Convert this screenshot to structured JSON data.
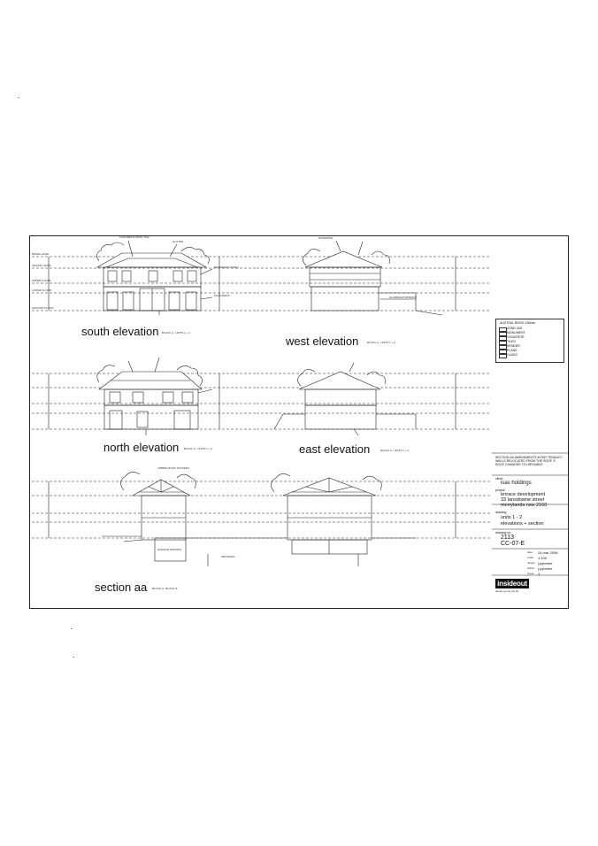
{
  "views": {
    "south": {
      "title": "south elevation",
      "scale": "BLOCK A - UNITS 1 + 2"
    },
    "west": {
      "title": "west elevation",
      "scale": "BLOCK A - UNITS 1 + 2"
    },
    "north": {
      "title": "north elevation",
      "scale": "BLOCK A - UNITS 1 + 2"
    },
    "east": {
      "title": "east elevation",
      "scale": "BLOCK A - UNITS 1 + 2"
    },
    "section": {
      "title": "section aa",
      "scale": "BLOCK A - BLOCK B"
    }
  },
  "levels": [
    "RIDGE LEVEL",
    "CEILING LEVEL",
    "UPPER FLOOR",
    "LOWER FLOOR",
    "GROUND FLOOR"
  ],
  "annotations": {
    "roof_tile": "CONCRETE ROOF TILE",
    "downpipe": "DOWNPIPE",
    "gutter": "GUTTER",
    "render": "RENDERED FINISH",
    "face_brick": "FACE BRICK",
    "window": "ALUMINIUM WINDOW",
    "garage": "GARAGE PARKING",
    "driveway": "DRIVEWAY",
    "trusses": "TIMBER ROOF TRUSSES"
  },
  "legend": {
    "title": "AUSTRAL BRICK 150mm",
    "items": [
      "ZONE 2AS",
      "MONUMENT",
      "CONCRETE",
      "TILES",
      "RENDER",
      "PLANS",
      "GLASS"
    ]
  },
  "title_block": {
    "note": "SECTION AA AMENDMENTS INTER TENANCY WALLS RELOCATED FROM THE ROOF. E. ROOF CHANGED TO HIP/GABLE",
    "client_label": "client:",
    "client": "isas holdings",
    "project_label": "project:",
    "project_lines": [
      "terrace development",
      "33 lansdowne street",
      "merrylands nsw 2160"
    ],
    "drawing_label": "drawing:",
    "drawing_lines": [
      "units 1 - 2",
      "elevations + section"
    ],
    "drawing_no_label": "drawing no:",
    "job_no": "2113",
    "drawing_no": "CC-07-E",
    "date_label": "date:",
    "date": "24 mar 2006",
    "scale_label": "scale:",
    "scale": "1:100",
    "design_label": "design:",
    "design": "j.pyrenee",
    "drawn_label": "drawn:",
    "drawn": "j.pyrenee",
    "sheet_label": "sheet:",
    "sheet": "3",
    "logo": "insideout",
    "logo_sub": "design group pty ltd"
  }
}
